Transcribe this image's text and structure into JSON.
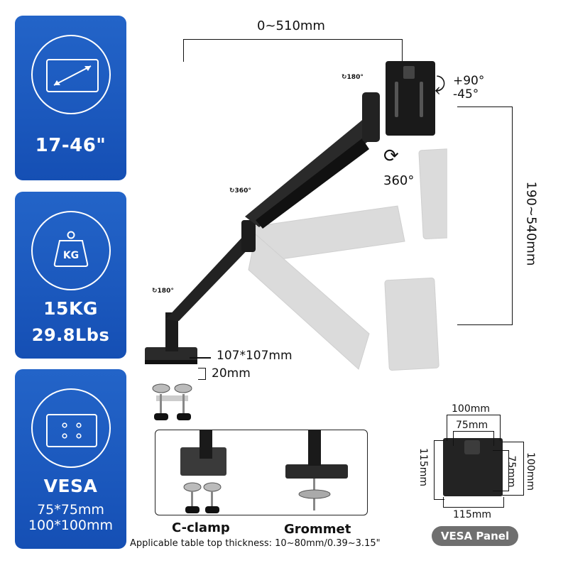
{
  "feature_cards": [
    {
      "icon": "screen-size-icon",
      "value": "17-46\""
    },
    {
      "icon": "weight-kg-icon",
      "icon_text": "KG",
      "value": "15KG",
      "sub": "29.8Lbs"
    },
    {
      "icon": "vesa-holes-icon",
      "value": "VESA",
      "sub1": "75*75mm",
      "sub2": "100*100mm"
    }
  ],
  "diagram": {
    "reach": "0~510mm",
    "tilt_up": "+90°",
    "tilt_down": "-45°",
    "rotation": "360°",
    "height_range": "190~540mm",
    "swivel_top": "180°",
    "swivel_mid": "360°",
    "swivel_base": "180°",
    "base_size": "107*107mm",
    "base_thickness": "20mm"
  },
  "mount_options": {
    "c_clamp": "C-clamp",
    "grommet": "Grommet",
    "thickness_note": "Applicable table top thickness: 10~80mm/0.39~3.15\""
  },
  "vesa_panel": {
    "width_outer": "100mm",
    "width_inner": "75mm",
    "height_left": "115mm",
    "height_inner": "75mm",
    "height_outer": "100mm",
    "bottom": "115mm",
    "label": "VESA Panel"
  },
  "colors": {
    "card_blue": "#1b58bd",
    "pill_gray": "#6f6f6f"
  }
}
